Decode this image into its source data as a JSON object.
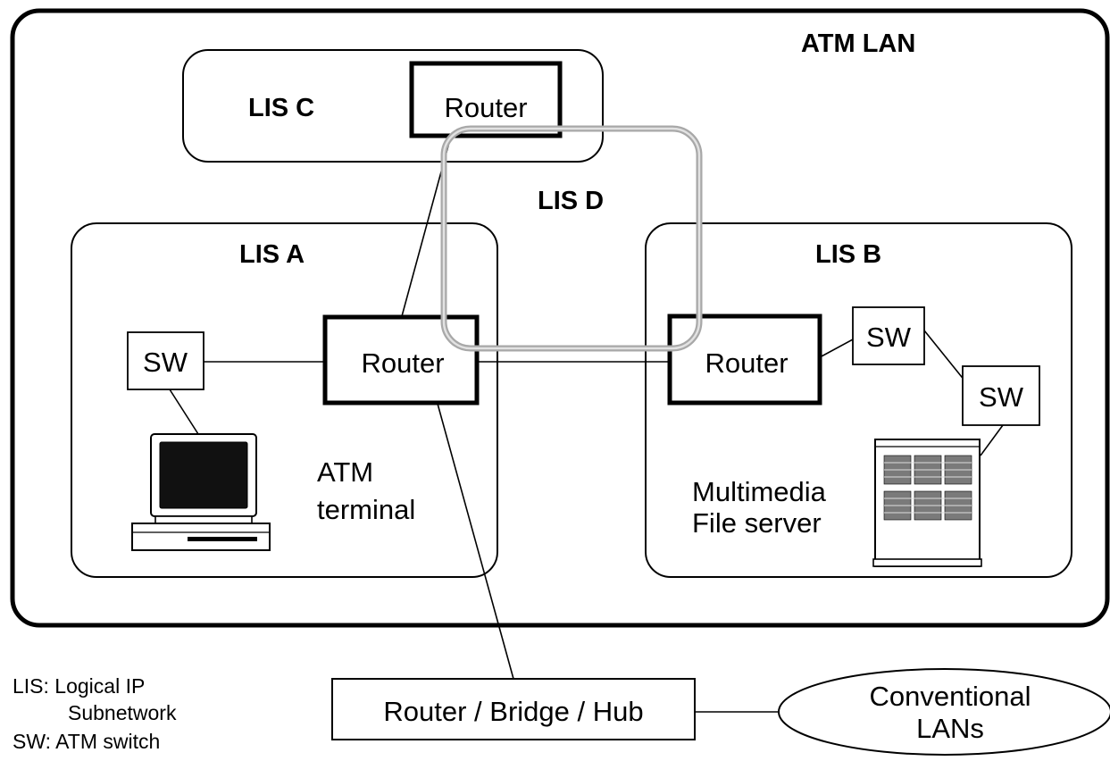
{
  "title": "ATM LAN",
  "lis_labels": {
    "a": "LIS A",
    "b": "LIS B",
    "c": "LIS C",
    "d": "LIS D"
  },
  "nodes": {
    "router_c": "Router",
    "router_a": "Router",
    "router_b": "Router",
    "sw_a": "SW",
    "sw_b1": "SW",
    "sw_b2": "SW",
    "rbh": "Router / Bridge / Hub",
    "conventional_line1": "Conventional",
    "conventional_line2": "LANs"
  },
  "devices": {
    "terminal_line1": "ATM",
    "terminal_line2": "terminal",
    "server_line1": "Multimedia",
    "server_line2": "File server"
  },
  "legend": {
    "lis_line1": "LIS: Logical IP",
    "lis_line2": "Subnetwork",
    "sw": "SW: ATM switch"
  }
}
